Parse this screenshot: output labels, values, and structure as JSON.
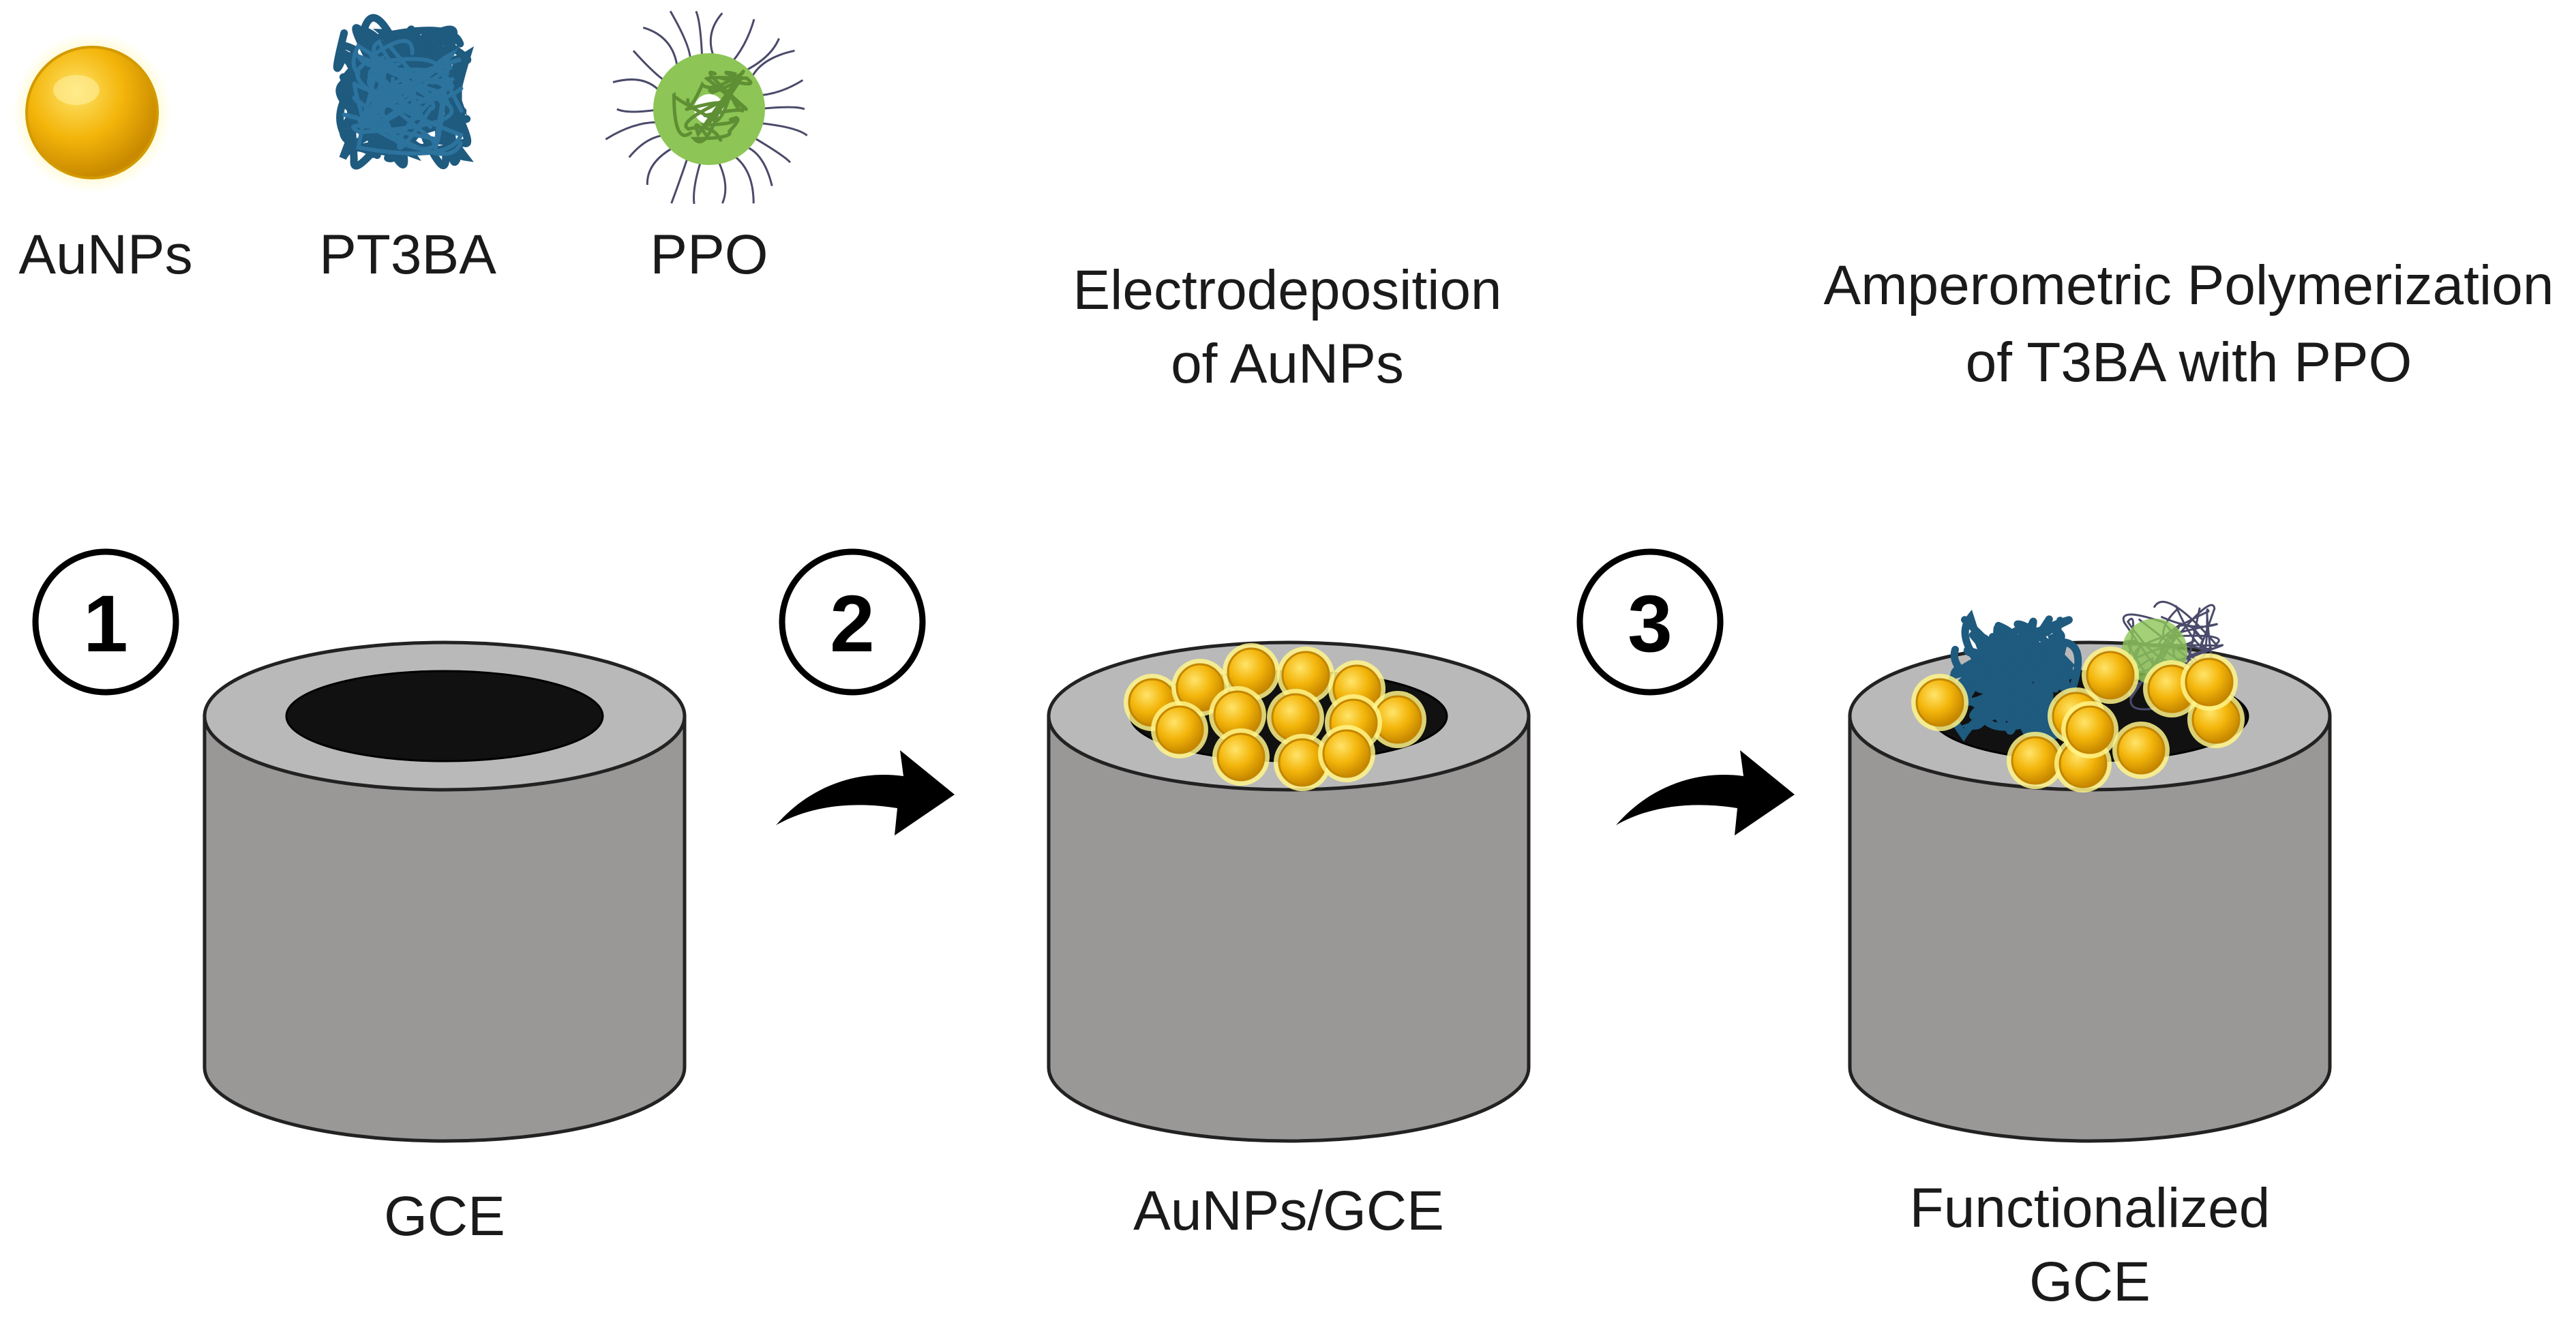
{
  "legend": [
    {
      "label": "AuNPs",
      "icon": "gold-nanoparticle-icon"
    },
    {
      "label": "PT3BA",
      "icon": "polymer-network-icon"
    },
    {
      "label": "PPO",
      "icon": "enzyme-icon"
    }
  ],
  "steps": [
    {
      "number": "1",
      "caption": "GCE",
      "caption_line2": "",
      "process_line1": "",
      "process_line2": ""
    },
    {
      "number": "2",
      "caption": "AuNPs/GCE",
      "caption_line2": "",
      "process_line1": "Electrodeposition",
      "process_line2": "of AuNPs"
    },
    {
      "number": "3",
      "caption": "Functionalized",
      "caption_line2": "GCE",
      "process_line1": "Amperometric Polymerization",
      "process_line2": "of T3BA with PPO"
    }
  ],
  "colors": {
    "electrode_body": "#9a9797",
    "electrode_top": "#b9b9b9",
    "electrode_core": "#111111",
    "gold": "#f2b705",
    "polymer": "#1f5a7f",
    "enzyme": "#8dc556",
    "arrow": "#000000"
  }
}
